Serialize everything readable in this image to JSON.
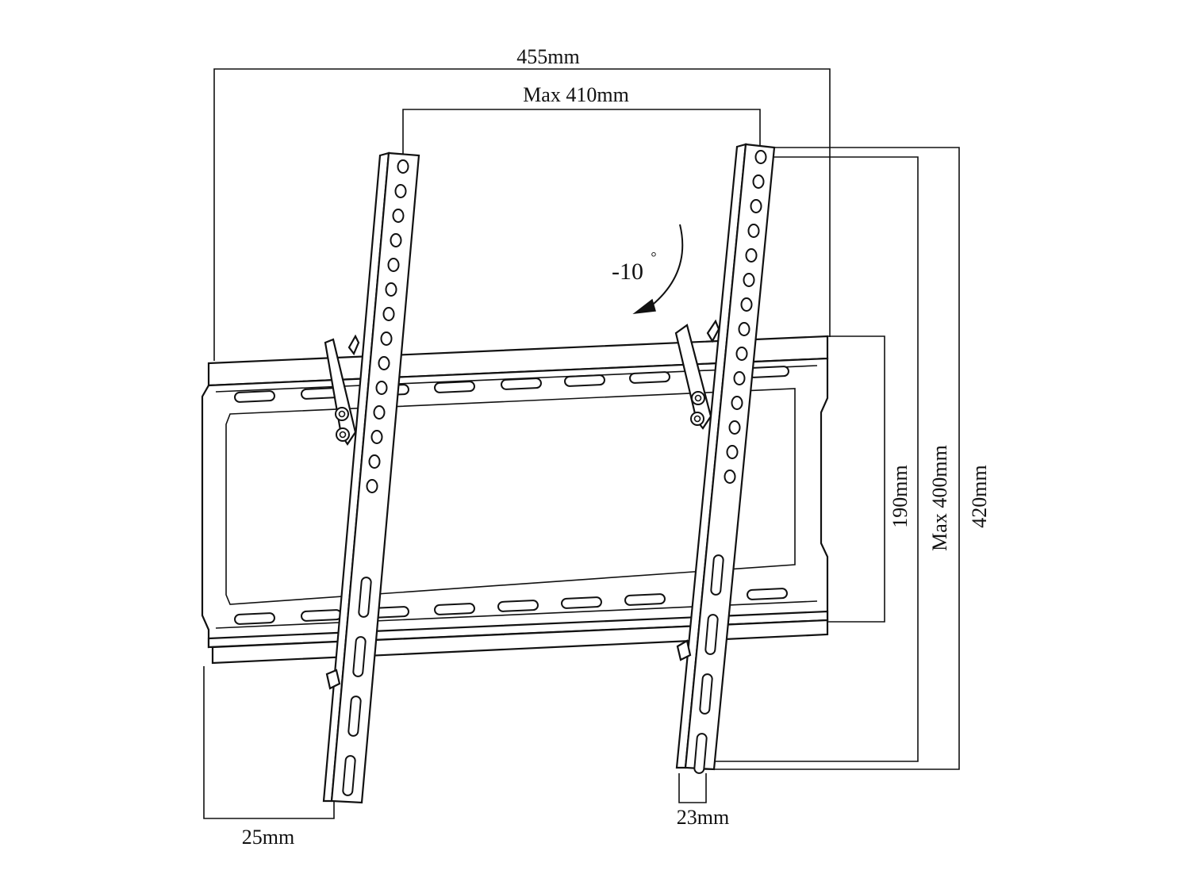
{
  "dimensions": {
    "overall_width": "455mm",
    "max_horizontal": "Max 410mm",
    "wall_plate_height": "190mm",
    "max_vertical": "Max 400mm",
    "overall_height": "420mm",
    "left_offset": "25mm",
    "right_offset": "23mm",
    "tilt": "-10",
    "tilt_unit": "°"
  },
  "colors": {
    "line": "#111111",
    "background": "#ffffff"
  }
}
